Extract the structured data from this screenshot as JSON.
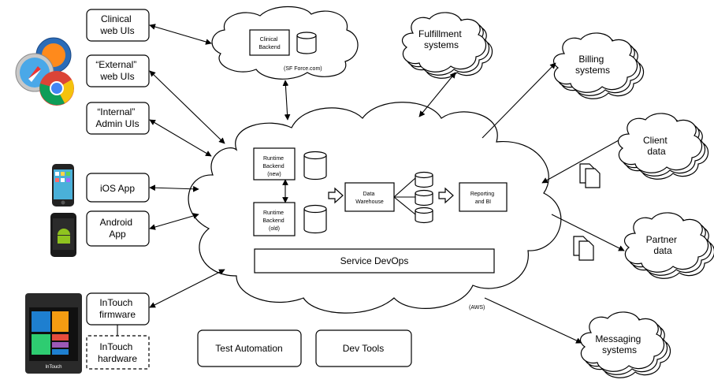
{
  "left_boxes": {
    "clinical_web": [
      "Clinical",
      "web UIs"
    ],
    "external_web": [
      "“External”",
      "web UIs"
    ],
    "internal_admin": [
      "“Internal”",
      "Admin UIs"
    ],
    "ios_app": [
      "iOS App"
    ],
    "android_app": [
      "Android",
      "App"
    ],
    "intouch_firmware": [
      "InTouch",
      "firmware"
    ],
    "intouch_hardware": [
      "InTouch",
      "hardware"
    ]
  },
  "clinical_cloud": {
    "backend": [
      "Clinical",
      "Backend"
    ],
    "note": "(SF Force.com)"
  },
  "main_cloud": {
    "runtime_new": [
      "Runtime",
      "Backend",
      "(new)"
    ],
    "runtime_old": [
      "Runtime",
      "Backend",
      "(old)"
    ],
    "data_warehouse": [
      "Data",
      "Warehouse"
    ],
    "reporting": [
      "Reporting",
      "and BI"
    ],
    "service_devops": "Service DevOps",
    "note": "(AWS)"
  },
  "external_clouds": {
    "fulfillment": [
      "Fulfillment",
      "systems"
    ],
    "billing": [
      "Billing",
      "systems"
    ],
    "client_data": [
      "Client",
      "data"
    ],
    "partner_data": [
      "Partner",
      "data"
    ],
    "messaging": [
      "Messaging",
      "systems"
    ]
  },
  "bottom_boxes": {
    "test_automation": "Test Automation",
    "dev_tools": "Dev Tools"
  },
  "device_screen": {
    "brand": "InTouch"
  },
  "icons": [
    "web-browsers-icon",
    "iphone-icon",
    "android-phone-icon",
    "intouch-tablet-icon",
    "database-icon",
    "document-icon"
  ],
  "colors": {
    "line": "#000000",
    "background": "#ffffff",
    "tablet_blue": "#1e7fd0",
    "tablet_orange": "#f39c12",
    "tablet_green": "#2ecc71"
  }
}
